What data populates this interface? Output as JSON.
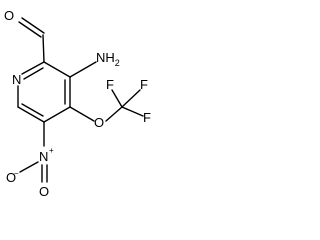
{
  "molecule": {
    "atoms": {
      "aldehyde_oxygen": "O",
      "ring_nitrogen": "N",
      "amino": "NH",
      "amino_subscript": "2",
      "ether_oxygen": "O",
      "fluorine_top_left": "F",
      "fluorine_top_right": "F",
      "fluorine_right": "F",
      "nitro_nitrogen": "N",
      "nitro_n_charge": "+",
      "nitro_oxygen_left": "O",
      "nitro_oxygen_left_charge": "−",
      "nitro_oxygen_bottom": "O"
    },
    "colors": {
      "bond": "#000000",
      "text": "#000000",
      "background": "#ffffff"
    }
  }
}
